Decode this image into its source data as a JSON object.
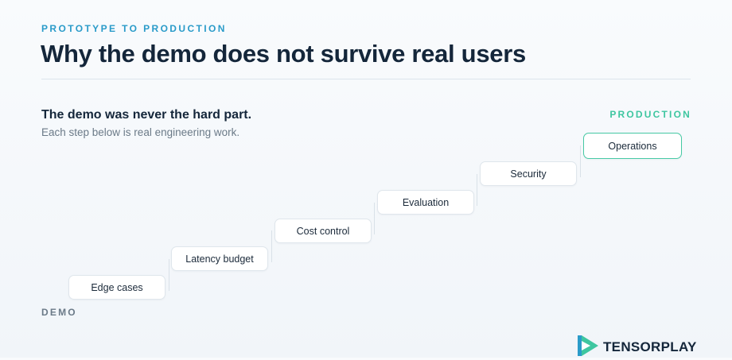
{
  "header": {
    "eyebrow": "PROTOTYPE TO PRODUCTION",
    "title": "Why the demo does not survive real users"
  },
  "intro": {
    "heading": "The demo was never the hard part.",
    "subtext": "Each step below is real engineering work."
  },
  "ladder": {
    "top_label": "PRODUCTION",
    "bottom_label": "DEMO",
    "steps": [
      {
        "label": "Edge cases"
      },
      {
        "label": "Latency budget"
      },
      {
        "label": "Cost control"
      },
      {
        "label": "Evaluation"
      },
      {
        "label": "Security"
      },
      {
        "label": "Operations",
        "highlight": true
      }
    ]
  },
  "brand": {
    "name": "TENSORPLAY",
    "icon": "play-triangle-logo-icon"
  },
  "colors": {
    "accent_blue": "#2a9bc9",
    "accent_green": "#3ec6a0",
    "text_dark": "#14263a",
    "text_muted": "#6b7a88"
  }
}
